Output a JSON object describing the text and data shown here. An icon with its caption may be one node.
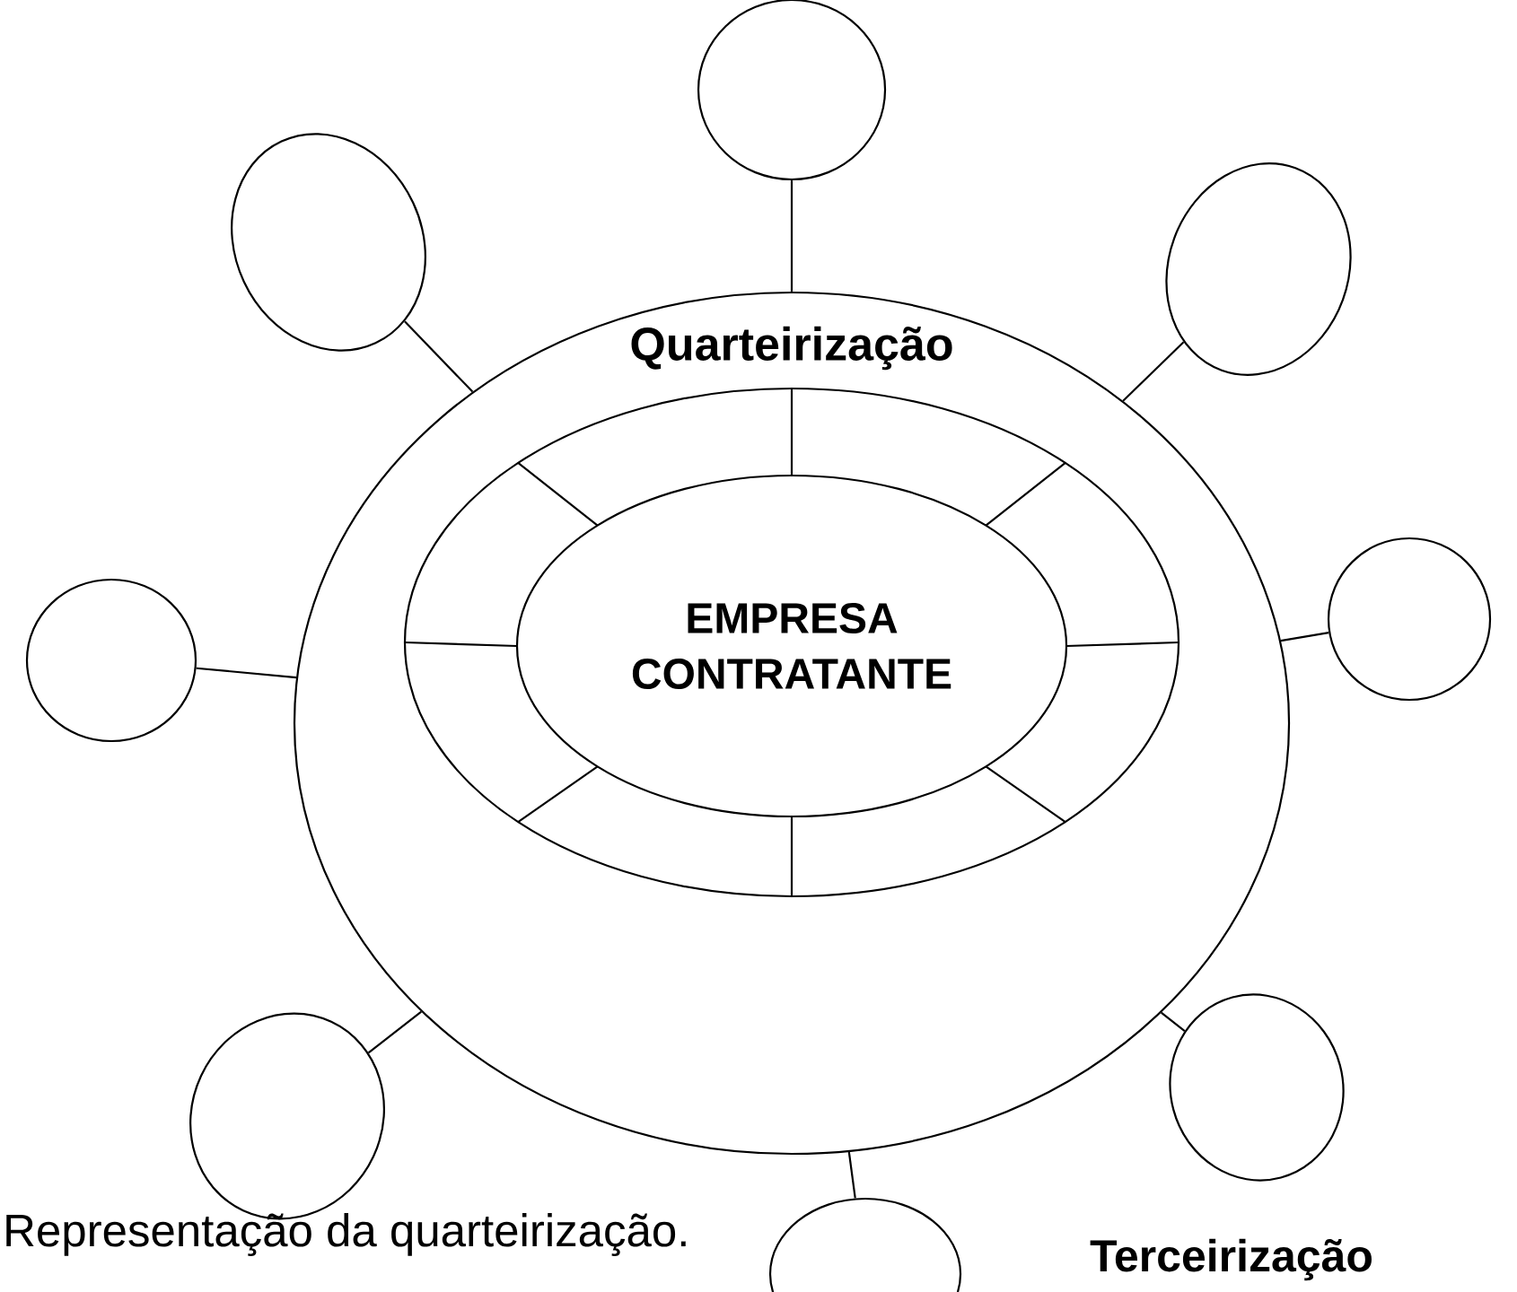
{
  "diagram": {
    "caption": "Representação da quarteirização.",
    "nodes": [
      {
        "text": [
          "Quarteirização"
        ]
      },
      {
        "text": [],
        "shape": "ellipse",
        "in": 0
      },
      {
        "text": [
          "EMPRESA CONTRATANTE"
        ],
        "in": 1
      },
      {
        "text": [],
        "shape": "ellipse"
      },
      {
        "text": [],
        "shape": "ellipse"
      },
      {
        "text": [],
        "shape": "ellipse"
      },
      {
        "text": [],
        "shape": "ellipse"
      },
      {
        "text": [],
        "shape": "ellipse"
      },
      {
        "text": [],
        "shape": "ellipse"
      },
      {
        "text": [],
        "shape": "ellipse"
      },
      {
        "text": [],
        "shape": "ellipse"
      }
    ],
    "edges": [
      {
        "from": 0,
        "to": 3,
        "arrow": "none"
      },
      {
        "from": 0,
        "to": 4,
        "arrow": "none"
      },
      {
        "from": 0,
        "to": 5,
        "arrow": "none"
      },
      {
        "from": 0,
        "to": 6,
        "arrow": "none"
      },
      {
        "from": 0,
        "to": 7,
        "arrow": "none"
      },
      {
        "from": 0,
        "to": 8,
        "arrow": "none"
      },
      {
        "from": 0,
        "to": 9,
        "arrow": "none"
      },
      {
        "from": 0,
        "to": 10,
        "arrow": "none"
      }
    ],
    "labels": [
      "Terceirização"
    ]
  }
}
